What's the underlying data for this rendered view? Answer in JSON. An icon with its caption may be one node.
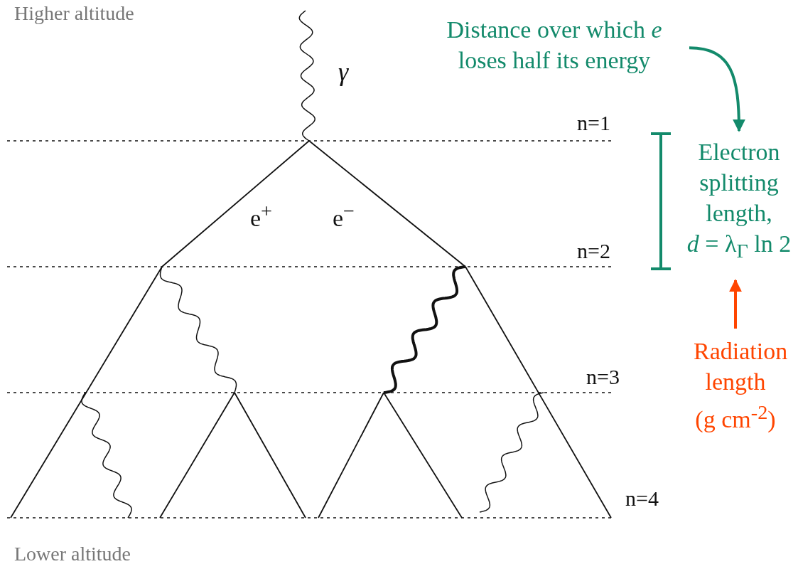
{
  "diagram": {
    "nodes": [
      {
        "text": [
          "Distance over which *e* loses half its energy"
        ]
      },
      {
        "text": [
          "Electron splitting length,",
          "*d* = λ$_{Γ}$ ln 2"
        ]
      },
      {
        "text": [
          "Radiation length (g cm$^{-2}$)"
        ]
      }
    ],
    "edges": [
      {
        "from": 0,
        "to": 1,
        "arrow": "to",
        "color": "#138a6b"
      },
      {
        "from": 2,
        "to": 1,
        "arrow": "to",
        "color": "#ff4500"
      }
    ],
    "labels": [
      "Higher altitude",
      "γ",
      "n=1",
      "e$^{+}$",
      "e$^{−}$",
      "n=2",
      "n=3",
      "n=4",
      "Lower altitude"
    ]
  }
}
